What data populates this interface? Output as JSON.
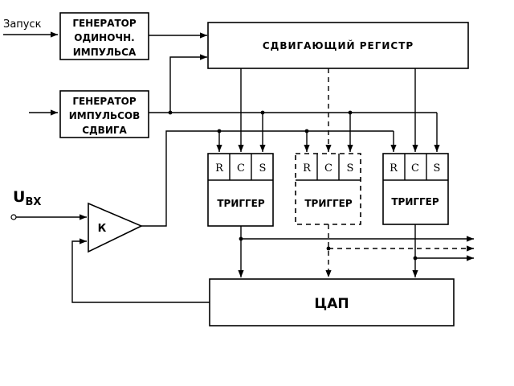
{
  "inputs": {
    "start": "Запуск",
    "u": "U",
    "u_sub": "ВХ"
  },
  "blocks": {
    "single_pulse_gen": [
      "ГЕНЕРАТОР",
      "ОДИНОЧН.",
      "ИМПУЛЬСА"
    ],
    "shift_pulse_gen": [
      "ГЕНЕРАТОР",
      "ИМПУЛЬСОВ",
      "СДВИГА"
    ],
    "shift_register": "СДВИГАЮЩИЙ РЕГИСТР",
    "comparator": "К",
    "dac": "ЦАП"
  },
  "triggers": [
    {
      "title": "ТРИГГЕР",
      "pins": [
        "R",
        "C",
        "S"
      ],
      "style": "solid"
    },
    {
      "title": "ТРИГГЕР",
      "pins": [
        "R",
        "C",
        "S"
      ],
      "style": "dashed"
    },
    {
      "title": "ТРИГГЕР",
      "pins": [
        "R",
        "C",
        "S"
      ],
      "style": "solid"
    }
  ]
}
